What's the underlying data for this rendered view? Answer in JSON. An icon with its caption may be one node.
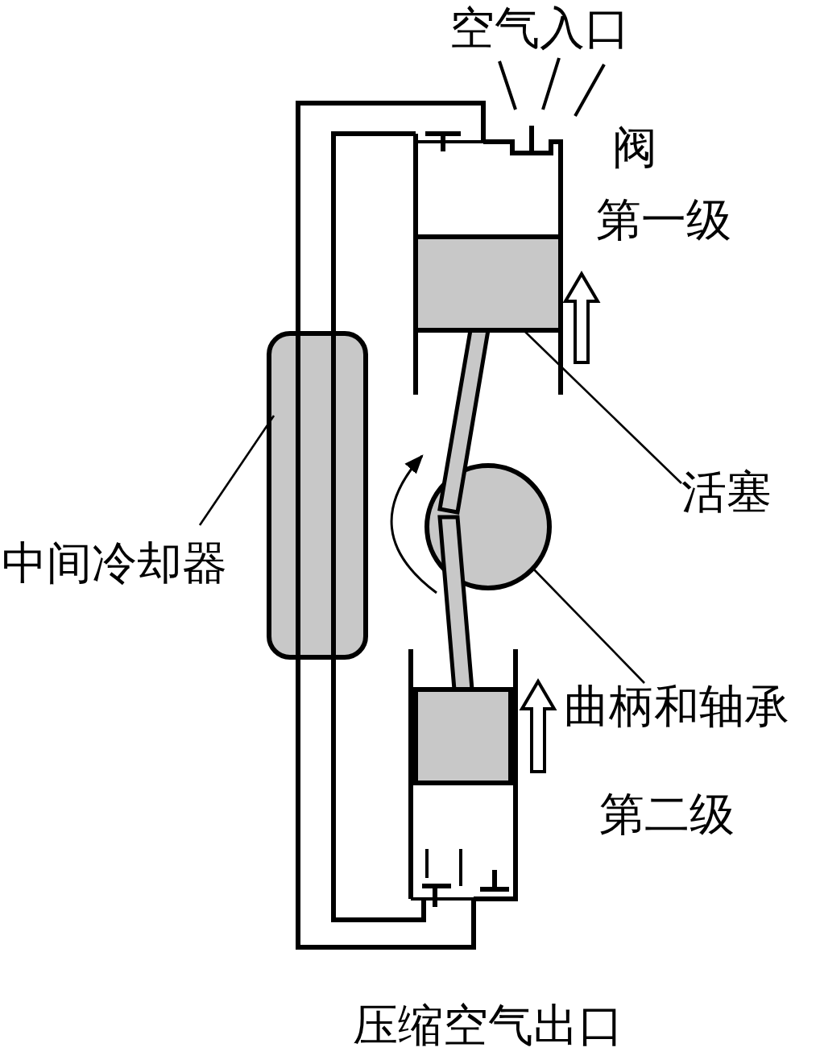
{
  "diagram": {
    "nodes": [
      {
        "text": [
          "活塞"
        ]
      },
      {
        "text": [],
        "shape": "box"
      },
      {
        "text": [
          "中间冷却器"
        ]
      },
      {
        "text": [],
        "shape": "box"
      },
      {
        "text": [
          "曲柄和轴承"
        ]
      },
      {
        "text": [],
        "shape": "circle"
      }
    ],
    "edges": [
      {
        "from": 0,
        "to": 1,
        "arrow": "none"
      },
      {
        "from": 2,
        "to": 3,
        "arrow": "none"
      },
      {
        "from": 4,
        "to": 5,
        "arrow": "none"
      }
    ],
    "labels": [
      "空气入口",
      "阀",
      "第一级",
      "第二级",
      "压缩空气出口"
    ]
  }
}
